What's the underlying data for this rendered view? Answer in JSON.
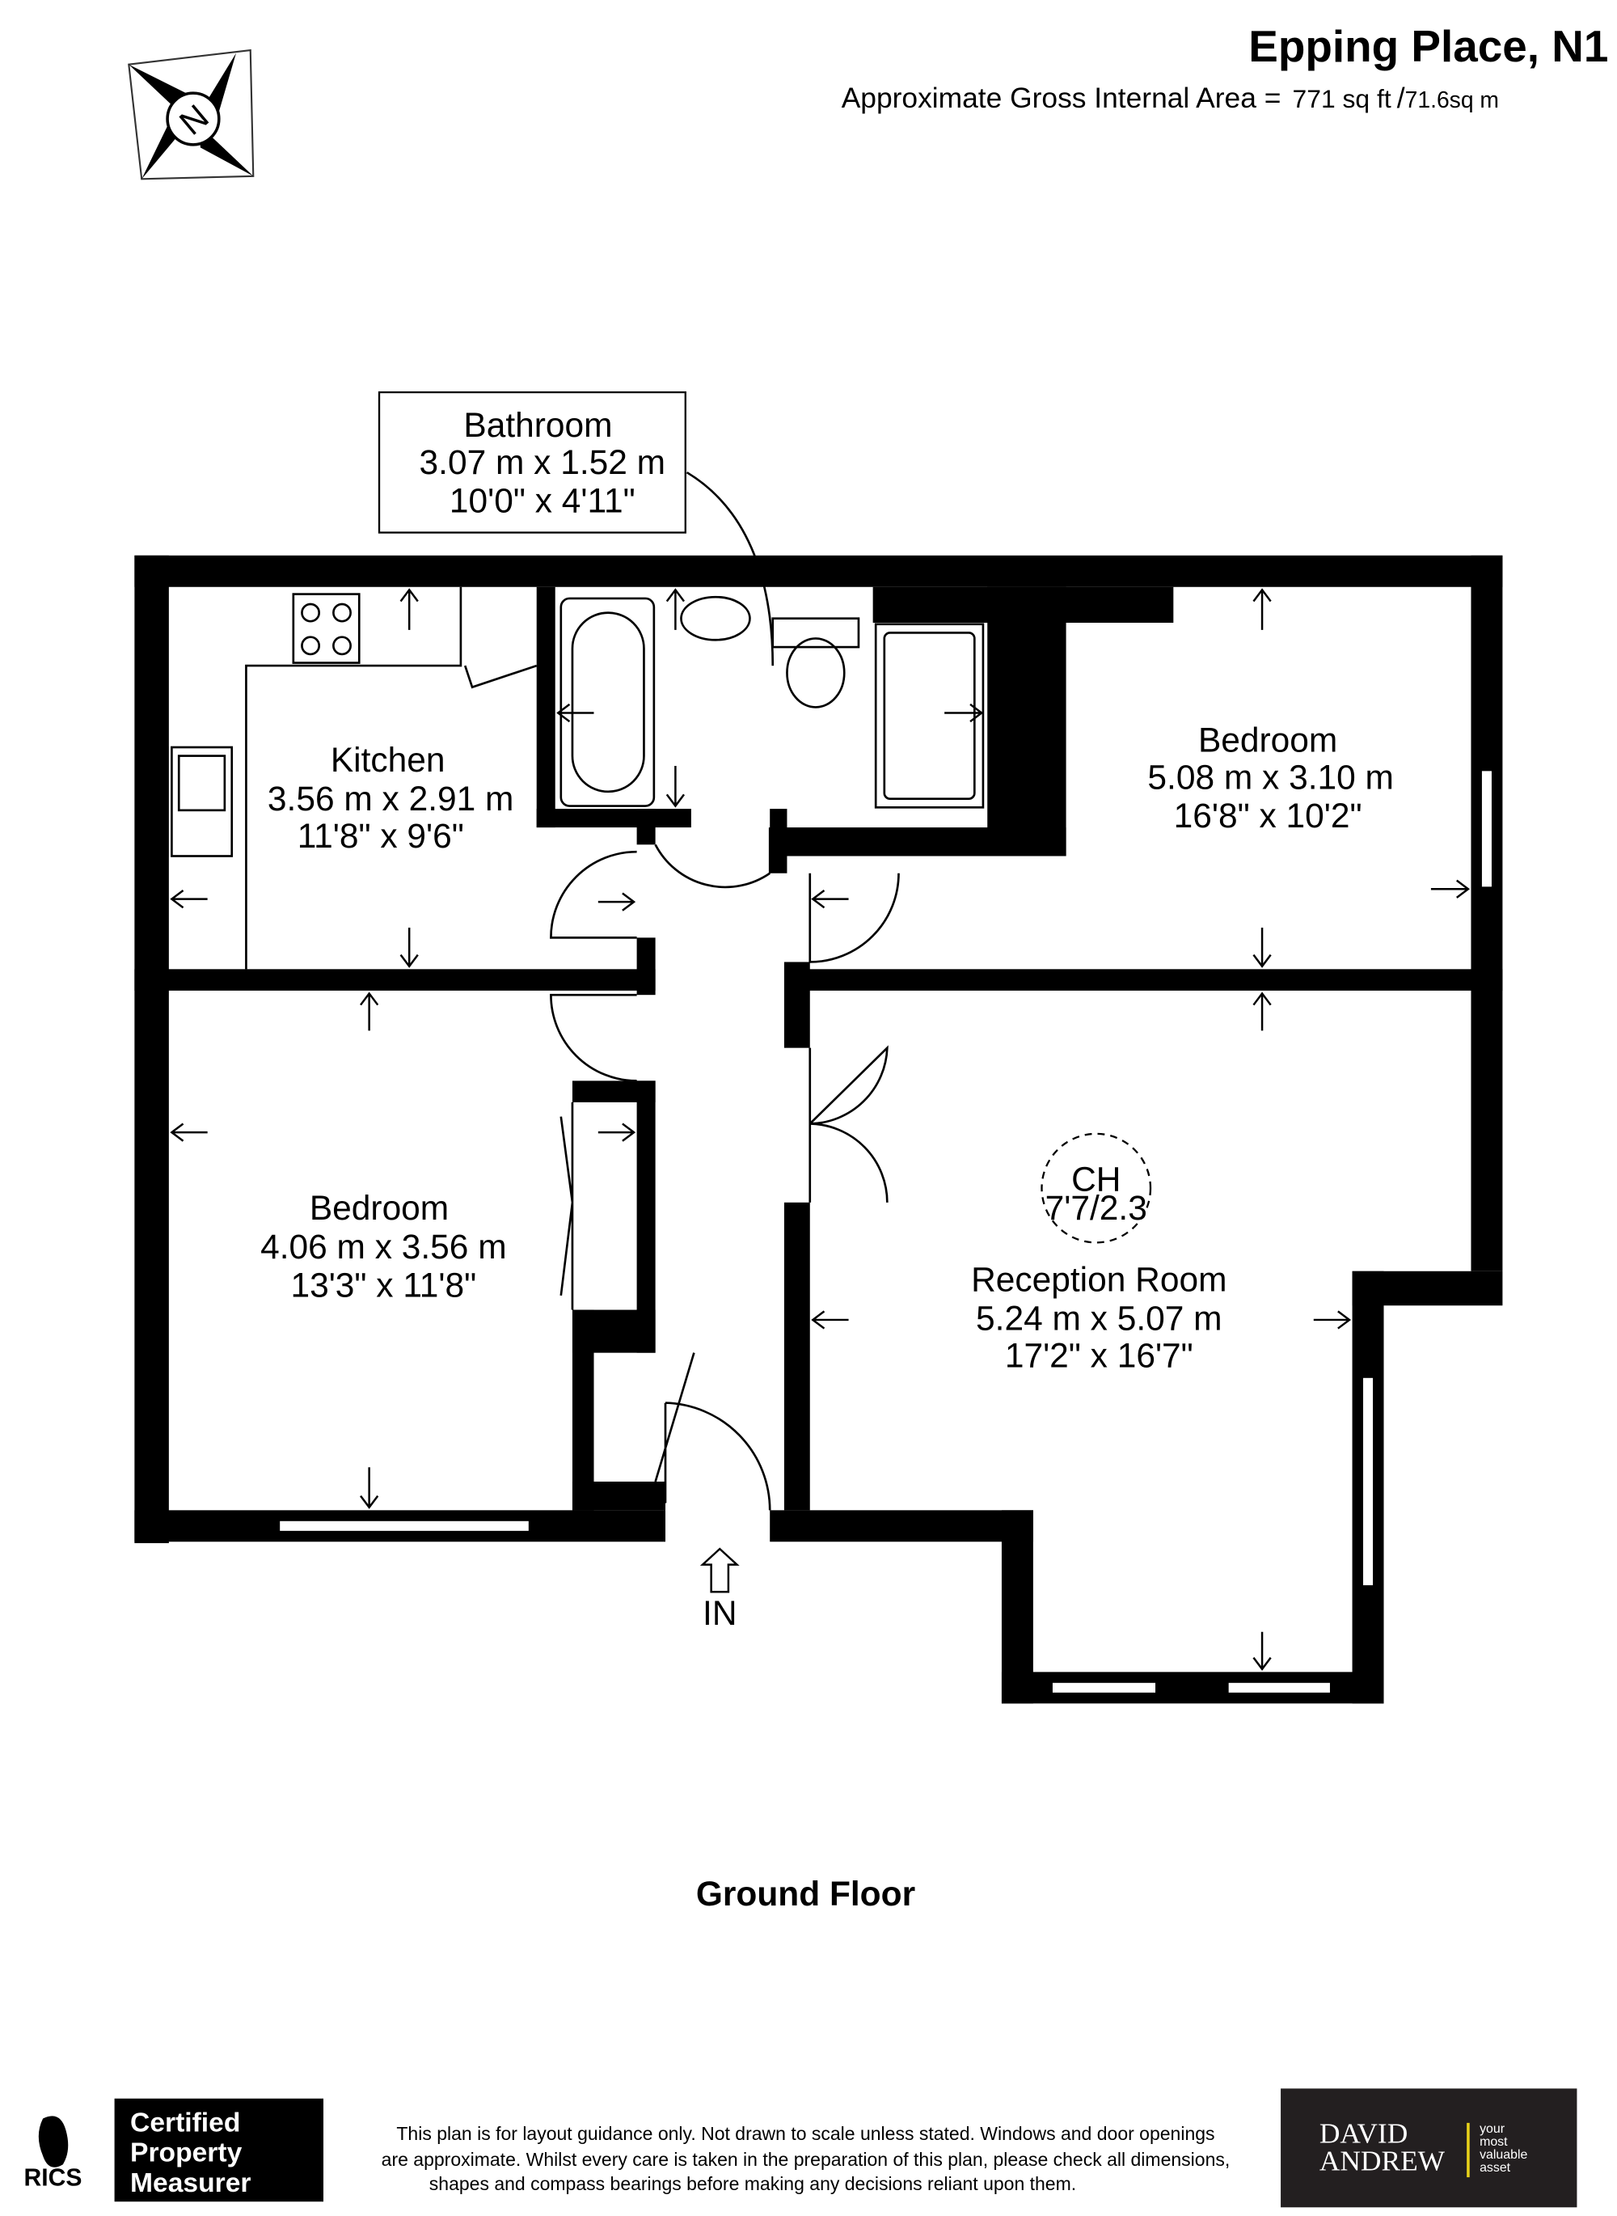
{
  "header": {
    "title": "Epping Place, N1",
    "area_label": "Approximate Gross Internal Area =",
    "area_sqft": "771 sq ft",
    "separator": "/",
    "area_sqm": "71.6sq m"
  },
  "compass": {
    "letter": "N",
    "icon": "compass-icon"
  },
  "rooms": {
    "bathroom": {
      "name": "Bathroom",
      "metric": "3.07 m x 1.52 m",
      "imperial": "10'0\" x 4'11\""
    },
    "kitchen": {
      "name": "Kitchen",
      "metric": "3.56 m x 2.91 m",
      "imperial": "11'8\" x 9'6\""
    },
    "bedroom1": {
      "name": "Bedroom",
      "metric": "5.08 m x 3.10 m",
      "imperial": "16'8\" x 10'2\""
    },
    "bedroom2": {
      "name": "Bedroom",
      "metric": "4.06 m x 3.56 m",
      "imperial": "13'3\" x 11'8\""
    },
    "reception": {
      "name": "Reception Room",
      "metric": "5.24 m x 5.07 m",
      "imperial": "17'2\" x 16'7\""
    }
  },
  "ceiling_height": {
    "label": "CH",
    "value": "7'7/2.3"
  },
  "entrance": "IN",
  "floor_label": "Ground Floor",
  "footer": {
    "rics": "RICS",
    "certified": [
      "Certified",
      "Property",
      "Measurer"
    ],
    "disclaimer": [
      "This plan is for layout guidance only. Not drawn to scale unless stated. Windows and door openings",
      "are approximate. Whilst every care is taken in the preparation of this plan, please check all dimensions,",
      "shapes and compass bearings before making any decisions reliant upon them."
    ],
    "brand": [
      "DAVID",
      "ANDREW"
    ],
    "tagline": [
      "your",
      "most",
      "valuable",
      "asset"
    ],
    "accent_color": "#e8d21a"
  }
}
